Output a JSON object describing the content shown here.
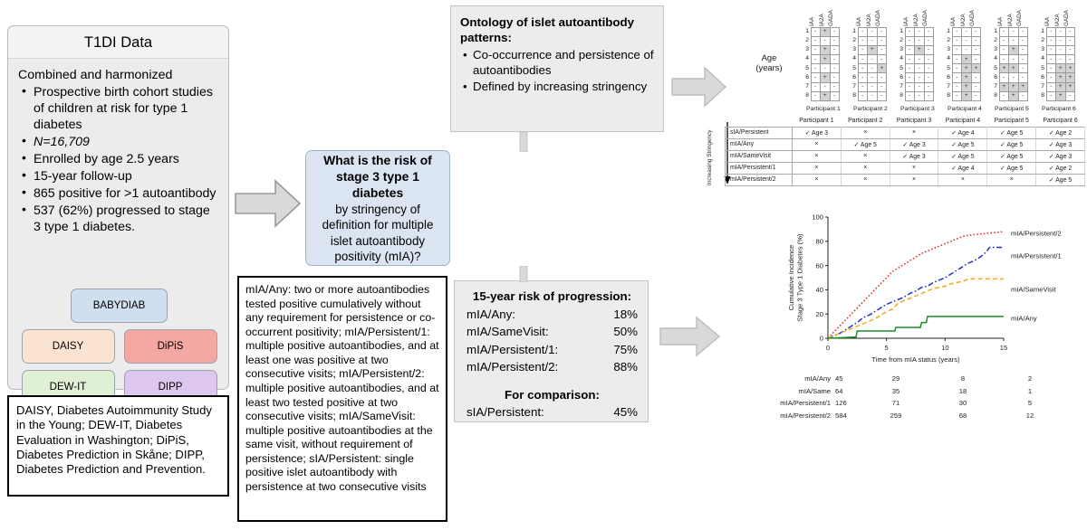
{
  "t1di": {
    "title": "T1DI Data",
    "lead": "Combined and harmonized",
    "bullets": [
      "Prospective birth cohort studies of children at risk for type 1 diabetes",
      "N=16,709",
      "Enrolled by age 2.5 years",
      "15-year follow-up",
      "865 positive for >1 autoantibody",
      "537 (62%) progressed to stage 3 type 1 diabetes."
    ],
    "cohorts": [
      {
        "name": "BABYDIAB",
        "color": "#cfdff0"
      },
      {
        "name": "DAISY",
        "color": "#fbe3d2"
      },
      {
        "name": "DiPiS",
        "color": "#f5a8a3"
      },
      {
        "name": "DEW-IT",
        "color": "#dff0d4"
      },
      {
        "name": "DIPP",
        "color": "#ddc7ee"
      }
    ]
  },
  "footnote": {
    "text": "DAISY, Diabetes Autoimmunity Study in the Young; DEW-IT, Diabetes Evaluation in Washington; DiPiS, Diabetes Prediction in Skåne; DIPP, Diabetes Prediction and Prevention."
  },
  "definitions": {
    "text": "mIA/Any: two or more autoantibodies tested positive cumulatively without any requirement for persistence or co-occurrent positivity; mIA/Persistent/1: multiple positive autoantibodies, and at least one was positive at two consecutive visits; mIA/Persistent/2: multiple positive autoantibodies, and at least two tested positive at two consecutive visits; mIA/SameVisit: multiple positive autoantibodies at the same visit, without requirement of persistence; sIA/Persistent: single positive islet autoantibody with persistence at two consecutive visits"
  },
  "question": {
    "line1": "What is the risk of",
    "line2": "stage 3 type 1 diabetes",
    "line3": "by stringency of definition for multiple islet autoantibody positivity (mIA)?"
  },
  "ontology": {
    "header": "Ontology of islet autoantibody patterns:",
    "bullets": [
      "Co-occurrence and persistence of autoantibodies",
      "Defined by increasing stringency"
    ]
  },
  "risk_summary": {
    "header": "15-year risk of progression:",
    "rows": [
      {
        "label": "mIA/Any:",
        "value": "18%"
      },
      {
        "label": "mIA/SameVisit:",
        "value": "50%"
      },
      {
        "label": "mIA/Persistent/1:",
        "value": "75%"
      },
      {
        "label": "mIA/Persistent/2:",
        "value": "88%"
      }
    ],
    "comparison_header": "For comparison:",
    "comparison": {
      "label": "sIA/Persistent:",
      "value": "45%"
    }
  },
  "grids": {
    "age_label_line1": "Age",
    "age_label_line2": "(years)",
    "antibodies": [
      "IAA",
      "IA2A",
      "GADA"
    ],
    "ages": [
      1,
      2,
      3,
      4,
      5,
      6,
      7,
      8
    ],
    "participants": [
      {
        "caption": "Participant 1",
        "cells": [
          [
            "-",
            "+",
            "-"
          ],
          [
            "-",
            "-",
            "-"
          ],
          [
            "-",
            "+",
            "-"
          ],
          [
            "-",
            "+",
            "-"
          ],
          [
            "-",
            "-",
            "-"
          ],
          [
            "-",
            "+",
            "-"
          ],
          [
            "-",
            "-",
            "-"
          ],
          [
            "-",
            "+",
            "-"
          ]
        ],
        "shaded": [
          [
            0,
            1
          ],
          [
            2,
            1
          ],
          [
            3,
            1
          ],
          [
            5,
            1
          ],
          [
            7,
            1
          ]
        ]
      },
      {
        "caption": "Participant 2",
        "cells": [
          [
            "-",
            "-",
            "-"
          ],
          [
            "-",
            "-",
            "-"
          ],
          [
            "-",
            "+",
            "-"
          ],
          [
            "-",
            "-",
            "-"
          ],
          [
            "-",
            "-",
            "+"
          ],
          [
            "-",
            "-",
            "-"
          ],
          [
            "-",
            "-",
            "-"
          ],
          [
            "-",
            "-",
            "-"
          ]
        ],
        "shaded": [
          [
            2,
            1
          ],
          [
            4,
            2
          ]
        ]
      },
      {
        "caption": "Participant 3",
        "cells": [
          [
            "-",
            "-",
            "-"
          ],
          [
            "-",
            "-",
            "-"
          ],
          [
            "-",
            "+",
            "-"
          ],
          [
            "-",
            "-",
            "-"
          ],
          [
            "-",
            "-",
            "-"
          ],
          [
            "-",
            "-",
            "-"
          ],
          [
            "-",
            "-",
            "-"
          ],
          [
            "-",
            "-",
            "-"
          ]
        ],
        "shaded": [
          [
            2,
            1
          ]
        ]
      },
      {
        "caption": "Participant 4",
        "cells": [
          [
            "-",
            "-",
            "-"
          ],
          [
            "-",
            "-",
            "-"
          ],
          [
            "-",
            "-",
            "-"
          ],
          [
            "-",
            "+",
            "-"
          ],
          [
            "-",
            "+",
            "+"
          ],
          [
            "-",
            "+",
            "-"
          ],
          [
            "-",
            "+",
            "-"
          ],
          [
            "-",
            "+",
            "-"
          ]
        ],
        "shaded": [
          [
            3,
            1
          ],
          [
            4,
            1
          ],
          [
            4,
            2
          ],
          [
            5,
            1
          ],
          [
            6,
            1
          ],
          [
            7,
            1
          ]
        ]
      },
      {
        "caption": "Participant 5",
        "cells": [
          [
            "-",
            "-",
            "-"
          ],
          [
            "-",
            "-",
            "-"
          ],
          [
            "-",
            "+",
            "-"
          ],
          [
            "-",
            "-",
            "-"
          ],
          [
            "+",
            "+",
            "-"
          ],
          [
            "-",
            "-",
            "-"
          ],
          [
            "+",
            "+",
            "+"
          ],
          [
            "-",
            "+",
            "-"
          ]
        ],
        "shaded": [
          [
            2,
            1
          ],
          [
            4,
            0
          ],
          [
            4,
            1
          ],
          [
            6,
            0
          ],
          [
            6,
            1
          ],
          [
            6,
            2
          ],
          [
            7,
            1
          ]
        ]
      },
      {
        "caption": "Participant 6",
        "cells": [
          [
            "-",
            "-",
            "-"
          ],
          [
            "-",
            "-",
            "-"
          ],
          [
            "-",
            "-",
            "-"
          ],
          [
            "-",
            "-",
            "-"
          ],
          [
            "-",
            "+",
            "+"
          ],
          [
            "-",
            "+",
            "+"
          ],
          [
            "-",
            "+",
            "+"
          ],
          [
            "-",
            "+",
            "-"
          ]
        ],
        "shaded": [
          [
            4,
            1
          ],
          [
            4,
            2
          ],
          [
            5,
            1
          ],
          [
            5,
            2
          ],
          [
            6,
            1
          ],
          [
            6,
            2
          ],
          [
            7,
            1
          ]
        ]
      }
    ]
  },
  "stringency_table": {
    "axis_label": "Increasing Stringency",
    "columns": [
      "Participant 1",
      "Participant 2",
      "Participant 3",
      "Participant 4",
      "Participant 5",
      "Participant 6"
    ],
    "rows": [
      {
        "label": "sIA/Persistent",
        "cells": [
          "✓ Age 3",
          "×",
          "×",
          "✓ Age 4",
          "✓ Age 5",
          "✓ Age 2"
        ]
      },
      {
        "label": "mIA/Any",
        "cells": [
          "×",
          "✓ Age 5",
          "✓ Age 3",
          "✓ Age 5",
          "✓ Age 5",
          "✓ Age 3"
        ]
      },
      {
        "label": "mIA/SameVisit",
        "cells": [
          "×",
          "×",
          "✓ Age 3",
          "✓ Age 5",
          "✓ Age 5",
          "✓ Age 3"
        ]
      },
      {
        "label": "mIA/Persistent/1",
        "cells": [
          "×",
          "×",
          "×",
          "✓ Age 4",
          "✓ Age 5",
          "✓ Age 2"
        ]
      },
      {
        "label": "mIA/Persistent/2",
        "cells": [
          "×",
          "×",
          "×",
          "×",
          "×",
          "✓ Age 5"
        ]
      }
    ]
  },
  "chart_data": {
    "type": "line",
    "title": "",
    "xlabel": "Time from mIA status (years)",
    "ylabel": "Cumulative Incidence Stage 3 Type 1 Diabetes (%)",
    "xlim": [
      0,
      15
    ],
    "ylim": [
      0,
      100
    ],
    "xticks": [
      0,
      5,
      10,
      15
    ],
    "yticks": [
      0,
      20,
      40,
      60,
      80,
      100
    ],
    "grid": false,
    "legend_position": "right",
    "series": [
      {
        "name": "mIA/Persistent/2",
        "color": "#e8262c",
        "style": "dotted",
        "x": [
          0,
          0.5,
          1,
          1.5,
          2,
          2.5,
          3,
          3.5,
          4,
          4.5,
          5,
          5.5,
          6,
          6.5,
          7,
          7.5,
          8,
          8.5,
          9,
          9.5,
          10,
          10.5,
          11,
          11.5,
          12,
          13,
          14,
          15
        ],
        "y": [
          0,
          5,
          10,
          15,
          20,
          25,
          30,
          35,
          40,
          45,
          50,
          55,
          58,
          61,
          64,
          67,
          70,
          72,
          74,
          76,
          78,
          80,
          82,
          84,
          85,
          86,
          87,
          88
        ]
      },
      {
        "name": "mIA/Persistent/1",
        "color": "#2232c8",
        "style": "dash-dot",
        "x": [
          0,
          0.5,
          1,
          1.5,
          2,
          2.5,
          3,
          3.5,
          4,
          4.5,
          5,
          5.5,
          6,
          6.5,
          7,
          7.5,
          8,
          8.5,
          9,
          9.5,
          10,
          10.5,
          11,
          11.5,
          12,
          12.5,
          13,
          13.5,
          13.8,
          15
        ],
        "y": [
          0,
          2,
          4,
          7,
          10,
          13,
          17,
          19,
          22,
          25,
          28,
          30,
          32,
          34,
          37,
          39,
          42,
          43,
          46,
          48,
          50,
          53,
          56,
          59,
          62,
          64,
          67,
          71,
          75,
          75
        ]
      },
      {
        "name": "mIA/SameVisit",
        "color": "#f0a81e",
        "style": "dashed",
        "x": [
          0,
          0.5,
          1,
          1.5,
          2,
          2.5,
          3,
          3.5,
          4,
          4.5,
          5,
          5.5,
          6,
          6.5,
          7,
          7.5,
          8,
          8.5,
          9,
          9.5,
          10,
          10.5,
          11,
          11.5,
          12,
          12.5,
          13,
          15
        ],
        "y": [
          0,
          2,
          4,
          6,
          8,
          10,
          12,
          14,
          16,
          19,
          22,
          24,
          29,
          31,
          33,
          35,
          37,
          39,
          41,
          42,
          43,
          45,
          46,
          47,
          49,
          49,
          49,
          49
        ]
      },
      {
        "name": "mIA/Any",
        "color": "#1a8a28",
        "style": "solid",
        "x": [
          0,
          2.4,
          2.5,
          5.7,
          5.8,
          7.9,
          8.0,
          8.4,
          8.5,
          15
        ],
        "y": [
          0,
          1,
          6,
          6,
          9,
          9,
          13,
          13,
          18,
          18
        ]
      }
    ],
    "at_risk": {
      "times": [
        0,
        5,
        10,
        15
      ],
      "rows": [
        {
          "label": "mIA/Any",
          "counts": [
            45,
            29,
            8,
            2
          ]
        },
        {
          "label": "mIA/Same",
          "counts": [
            64,
            35,
            18,
            1
          ]
        },
        {
          "label": "mIA/Persistent/1",
          "counts": [
            126,
            71,
            30,
            5
          ]
        },
        {
          "label": "mIA/Persistent/2",
          "counts": [
            584,
            259,
            68,
            12
          ]
        }
      ]
    }
  }
}
